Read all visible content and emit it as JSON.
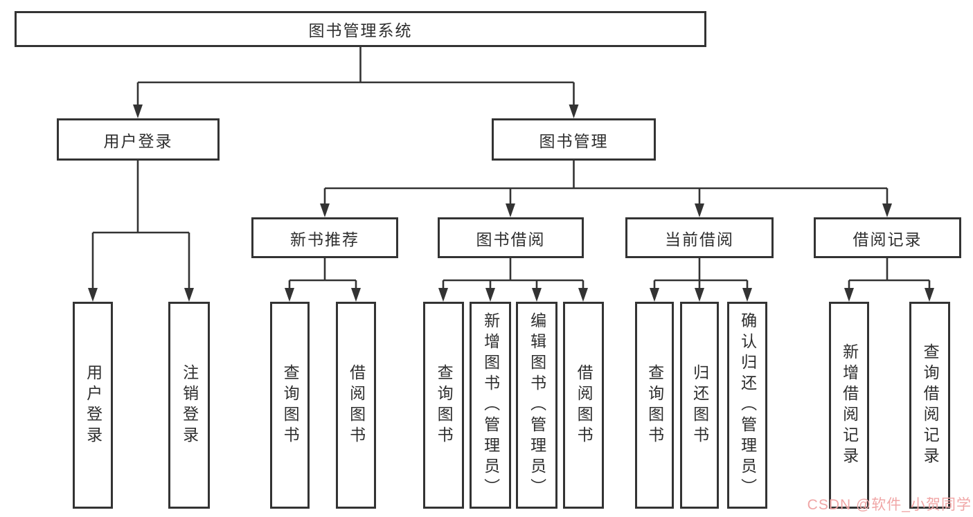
{
  "diagram": {
    "tree": {
      "label": "图书管理系统",
      "children": [
        {
          "label": "用户登录",
          "children": [
            {
              "label": "用户登录"
            },
            {
              "label": "注销登录"
            }
          ]
        },
        {
          "label": "图书管理",
          "children": [
            {
              "label": "新书推荐",
              "children": [
                {
                  "label": "查询图书"
                },
                {
                  "label": "借阅图书"
                }
              ]
            },
            {
              "label": "图书借阅",
              "children": [
                {
                  "label": "查询图书"
                },
                {
                  "label": "新增图书（管理员）"
                },
                {
                  "label": "编辑图书（管理员）"
                },
                {
                  "label": "借阅图书"
                }
              ]
            },
            {
              "label": "当前借阅",
              "children": [
                {
                  "label": "查询图书"
                },
                {
                  "label": "归还图书"
                },
                {
                  "label": "确认归还（管理员）"
                }
              ]
            },
            {
              "label": "借阅记录",
              "children": [
                {
                  "label": "新增借阅记录"
                },
                {
                  "label": "查询借阅记录"
                }
              ]
            }
          ]
        }
      ]
    },
    "colors": {
      "line": "#333333",
      "box_border": "#333333",
      "box_background": "#ffffff",
      "text": "#2e2e2e",
      "watermark": "#f0a6a6"
    }
  },
  "watermark": {
    "text": "CSDN @软件_小贺同学"
  }
}
